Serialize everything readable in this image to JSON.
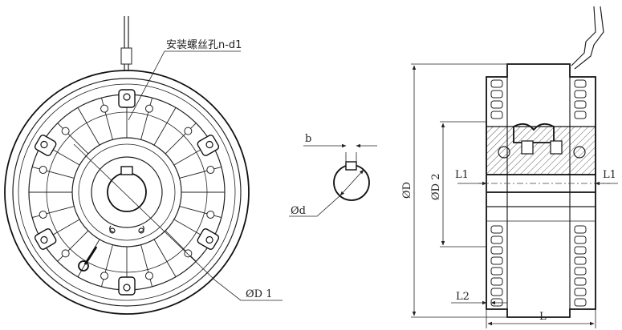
{
  "labels": {
    "mount_hole": "安装螺丝孔n-d1",
    "diameter_d1": "ØD 1",
    "keyway_b": "b",
    "shaft_d": "Ød",
    "outer_D": "ØD",
    "inner_D2": "ØD 2",
    "l1_left": "L1",
    "l1_right": "L1",
    "l2": "L2",
    "length_L": "L"
  }
}
